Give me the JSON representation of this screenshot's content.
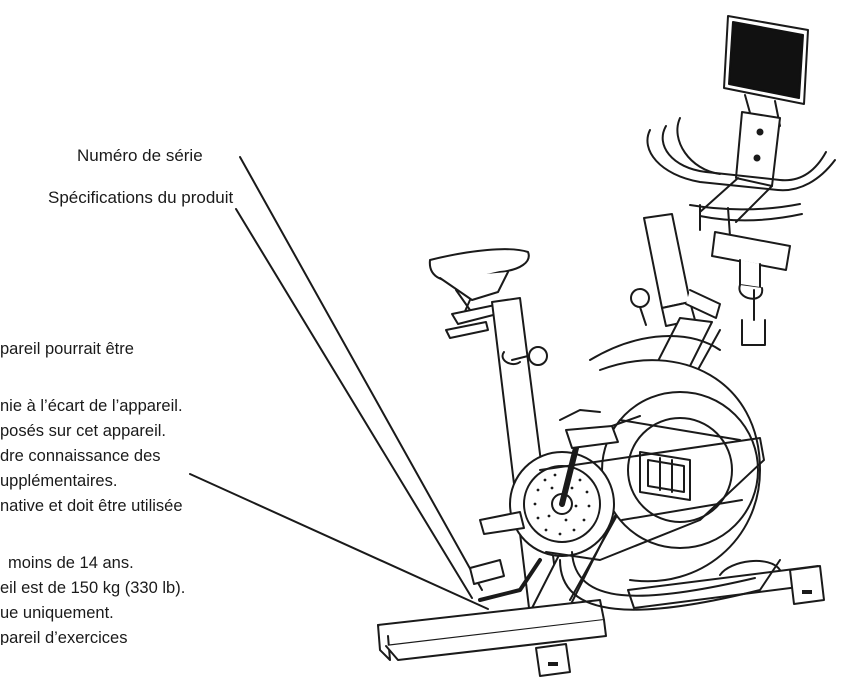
{
  "callouts": {
    "serial_number": "Numéro de série",
    "product_specs": "Spécifications du produit"
  },
  "warning_text": [
    "pareil pourrait être",
    "nie à l’écart de l’appareil.",
    "posés sur cet appareil.",
    "dre connaissance des",
    "upplémentaires.",
    "native et doit être utilisée",
    "moins de 14 ans.",
    "eil est de 150 kg (330 lb).",
    "ue uniquement.",
    "pareil d’exercices"
  ],
  "colors": {
    "ink": "#1a1a1a",
    "screen": "#111111"
  }
}
